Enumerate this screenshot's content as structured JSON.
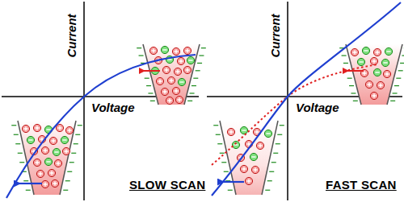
{
  "diagram": {
    "labels": [
      "Current",
      "Voltage",
      "SLOW SCAN",
      "Current",
      "Voltage",
      "FAST SCAN"
    ]
  }
}
